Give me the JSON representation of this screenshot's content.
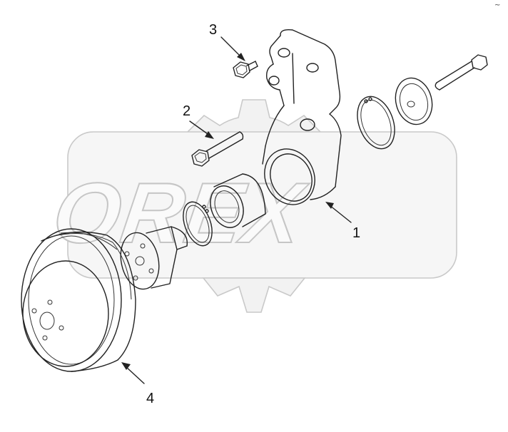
{
  "watermark": {
    "text": "OREX"
  },
  "corner_mark": "~",
  "callouts": [
    {
      "id": "1",
      "label": "1"
    },
    {
      "id": "2",
      "label": "2"
    },
    {
      "id": "3",
      "label": "3"
    },
    {
      "id": "4",
      "label": "4"
    }
  ]
}
